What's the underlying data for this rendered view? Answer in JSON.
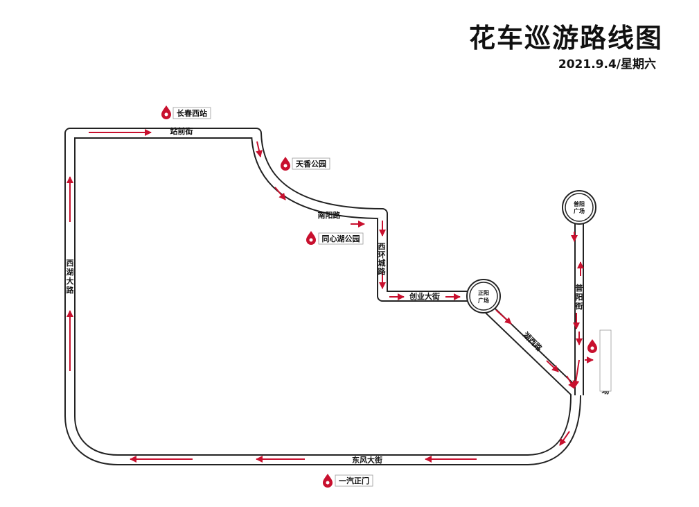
{
  "header": {
    "title": "花车巡游路线图",
    "date": "2021.9.4/星期六"
  },
  "roads": {
    "zhanqian": "站前街",
    "nanyang": "南阳路",
    "xihuancheng": "西环城路",
    "chuangye": "创业大街",
    "huxi": "湖西路",
    "puyang": "普阳街",
    "xihu": "西湖大路",
    "dongfeng": "东风大街"
  },
  "circles": {
    "zhengyang": [
      "正阳",
      "广场"
    ],
    "puyang": [
      "普阳",
      "广场"
    ]
  },
  "stops": {
    "changchun_xi": "长春西站",
    "tianxiang": "天香公园",
    "tongxinhu": "同心湖公园",
    "tongxincheng": "同心城生活广场",
    "yiqi": "一汽正门"
  },
  "colors": {
    "road_outline": "#222222",
    "arrow": "#c8102e",
    "marker": "#c8102e"
  }
}
